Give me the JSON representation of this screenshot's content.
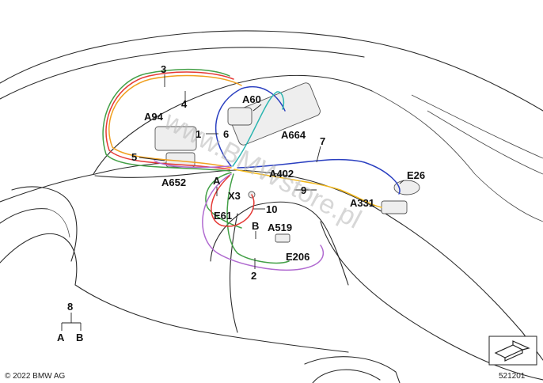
{
  "diagram": {
    "labels": {
      "n3": "3",
      "n4": "4",
      "a94": "A94",
      "a60": "A60",
      "n1": "1",
      "n6": "6",
      "a664": "A664",
      "n7": "7",
      "n5": "5",
      "a652": "A652",
      "a": "A",
      "a402": "A402",
      "x3": "X3",
      "n9": "9",
      "e26": "E26",
      "a331": "A331",
      "n10": "10",
      "e61": "E61",
      "b": "B",
      "a519": "A519",
      "e206": "E206",
      "n2": "2"
    },
    "legend": {
      "number": "8",
      "branch_a": "A",
      "branch_b": "B"
    },
    "copyright": "© 2022 BMW AG",
    "diagram_number": "521201",
    "watermark": "www.BMWstore.pl",
    "wire_colors": {
      "orange": "#f0a020",
      "red": "#e53935",
      "green": "#43a047",
      "blue": "#2a3fc0",
      "purple": "#b06ad0",
      "yellow": "#f2b81c",
      "teal": "#2ab5b0"
    }
  }
}
